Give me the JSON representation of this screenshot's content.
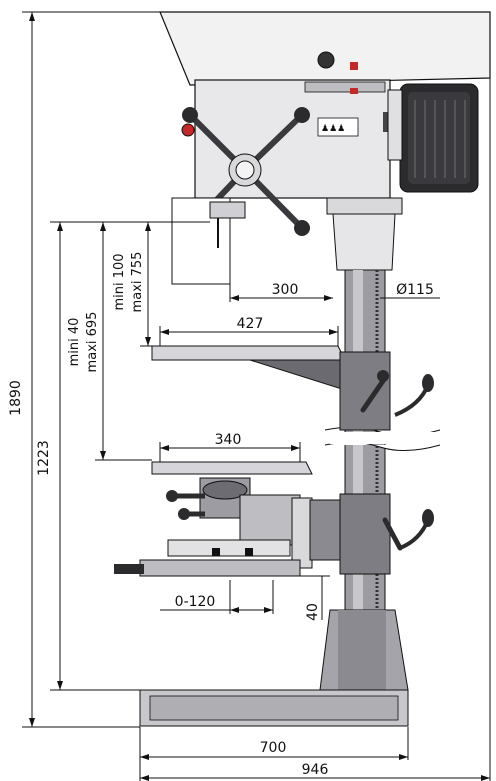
{
  "drawing": {
    "dimensions": {
      "overall_height": "1890",
      "column_to_base": "1223",
      "table_travel_a_min": "mini 40",
      "table_travel_a_max": "maxi 695",
      "table_travel_b_min": "mini 100",
      "table_travel_b_max": "maxi 755",
      "throat_depth": "300",
      "column_diameter": "Ø115",
      "upper_table_width": "427",
      "lower_table_width": "340",
      "vise_travel": "0-120",
      "vise_offset": "40",
      "base_inner_width": "700",
      "base_overall_width": "946"
    },
    "colors": {
      "line": "#111111",
      "metal_light": "#d9d9dc",
      "metal_mid": "#a9a9ae",
      "metal_dark": "#5c5c62",
      "motor": "#2b2b2e",
      "accent_red": "#c62828"
    }
  }
}
